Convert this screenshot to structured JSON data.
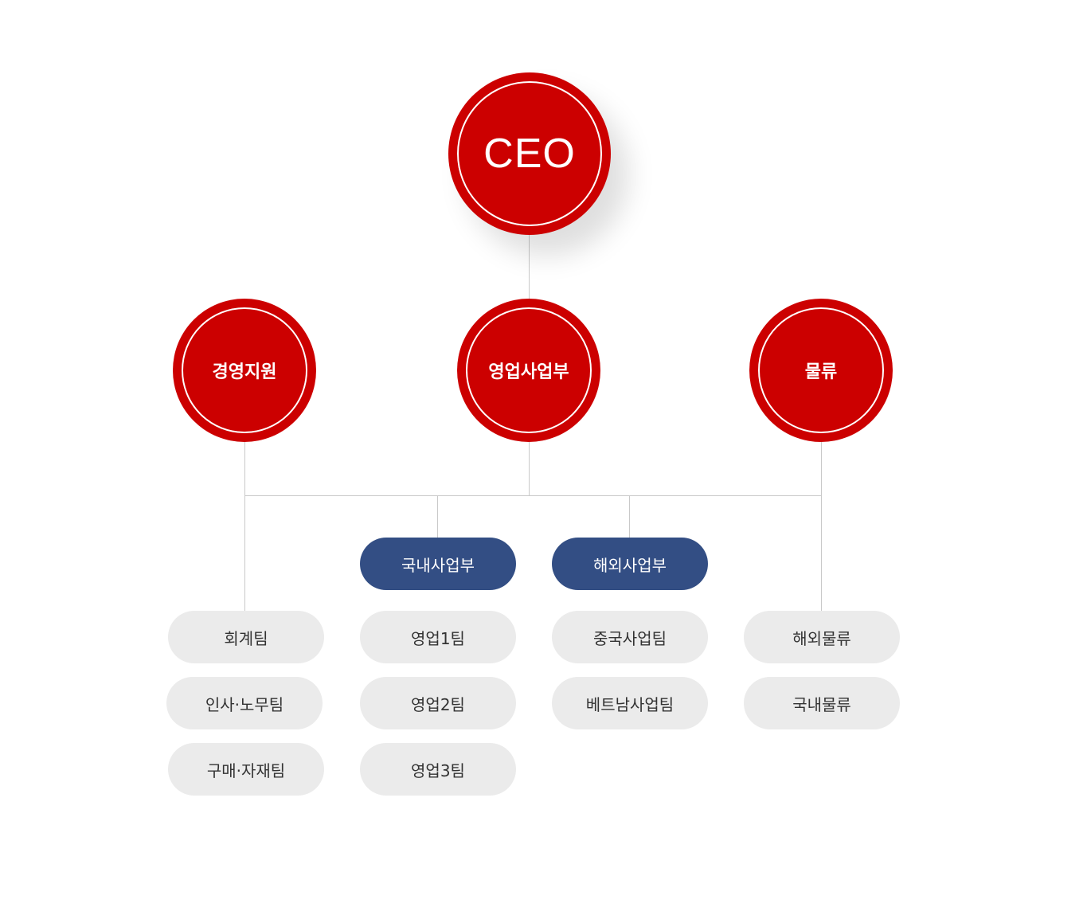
{
  "ceo": {
    "label": "CEO"
  },
  "divisions": [
    {
      "label": "경영지원"
    },
    {
      "label": "영업사업부"
    },
    {
      "label": "물류"
    }
  ],
  "departments": [
    {
      "label": "국내사업부"
    },
    {
      "label": "해외사업부"
    }
  ],
  "teams": {
    "management": [
      "회계팀",
      "인사·노무팀",
      "구매·자재팀"
    ],
    "domestic": [
      "영업1팀",
      "영업2팀",
      "영업3팀"
    ],
    "overseas": [
      "중국사업팀",
      "베트남사업팀"
    ],
    "logistics": [
      "해외물류",
      "국내물류"
    ]
  },
  "colors": {
    "primary_red": "#cc0000",
    "dept_navy": "#334e84",
    "team_gray": "#ebebeb",
    "connector": "#c9c9c9"
  }
}
